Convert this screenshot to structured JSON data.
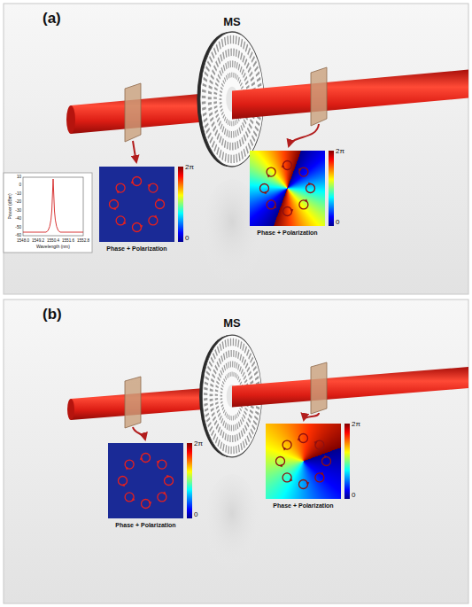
{
  "diagram": {
    "nodes": [
      {
        "text": [
          "(a)"
        ]
      },
      {
        "text": [
          "10",
          "0",
          "-10",
          "-20",
          "-30",
          "-40",
          "-50",
          "-60",
          "1548.0",
          "1549.2",
          "1550.4",
          "1551.6",
          "1552.8",
          "Power (dBm)",
          "Wavelength (nm)"
        ],
        "in": 0
      },
      {
        "text": [
          "2π",
          "0",
          "Phase + Polarization"
        ],
        "in": 0
      },
      {
        "text": [
          "2π",
          "0",
          "Phase + Polarization"
        ],
        "in": 0
      },
      {
        "text": [
          "(b)"
        ]
      },
      {
        "text": [
          "2π",
          "0",
          "Phase + Polarization"
        ],
        "in": 4
      },
      {
        "text": [
          "2π",
          "0",
          "Phase + Polarization"
        ],
        "in": 4
      }
    ],
    "labels": [
      "MS",
      "MS"
    ]
  }
}
